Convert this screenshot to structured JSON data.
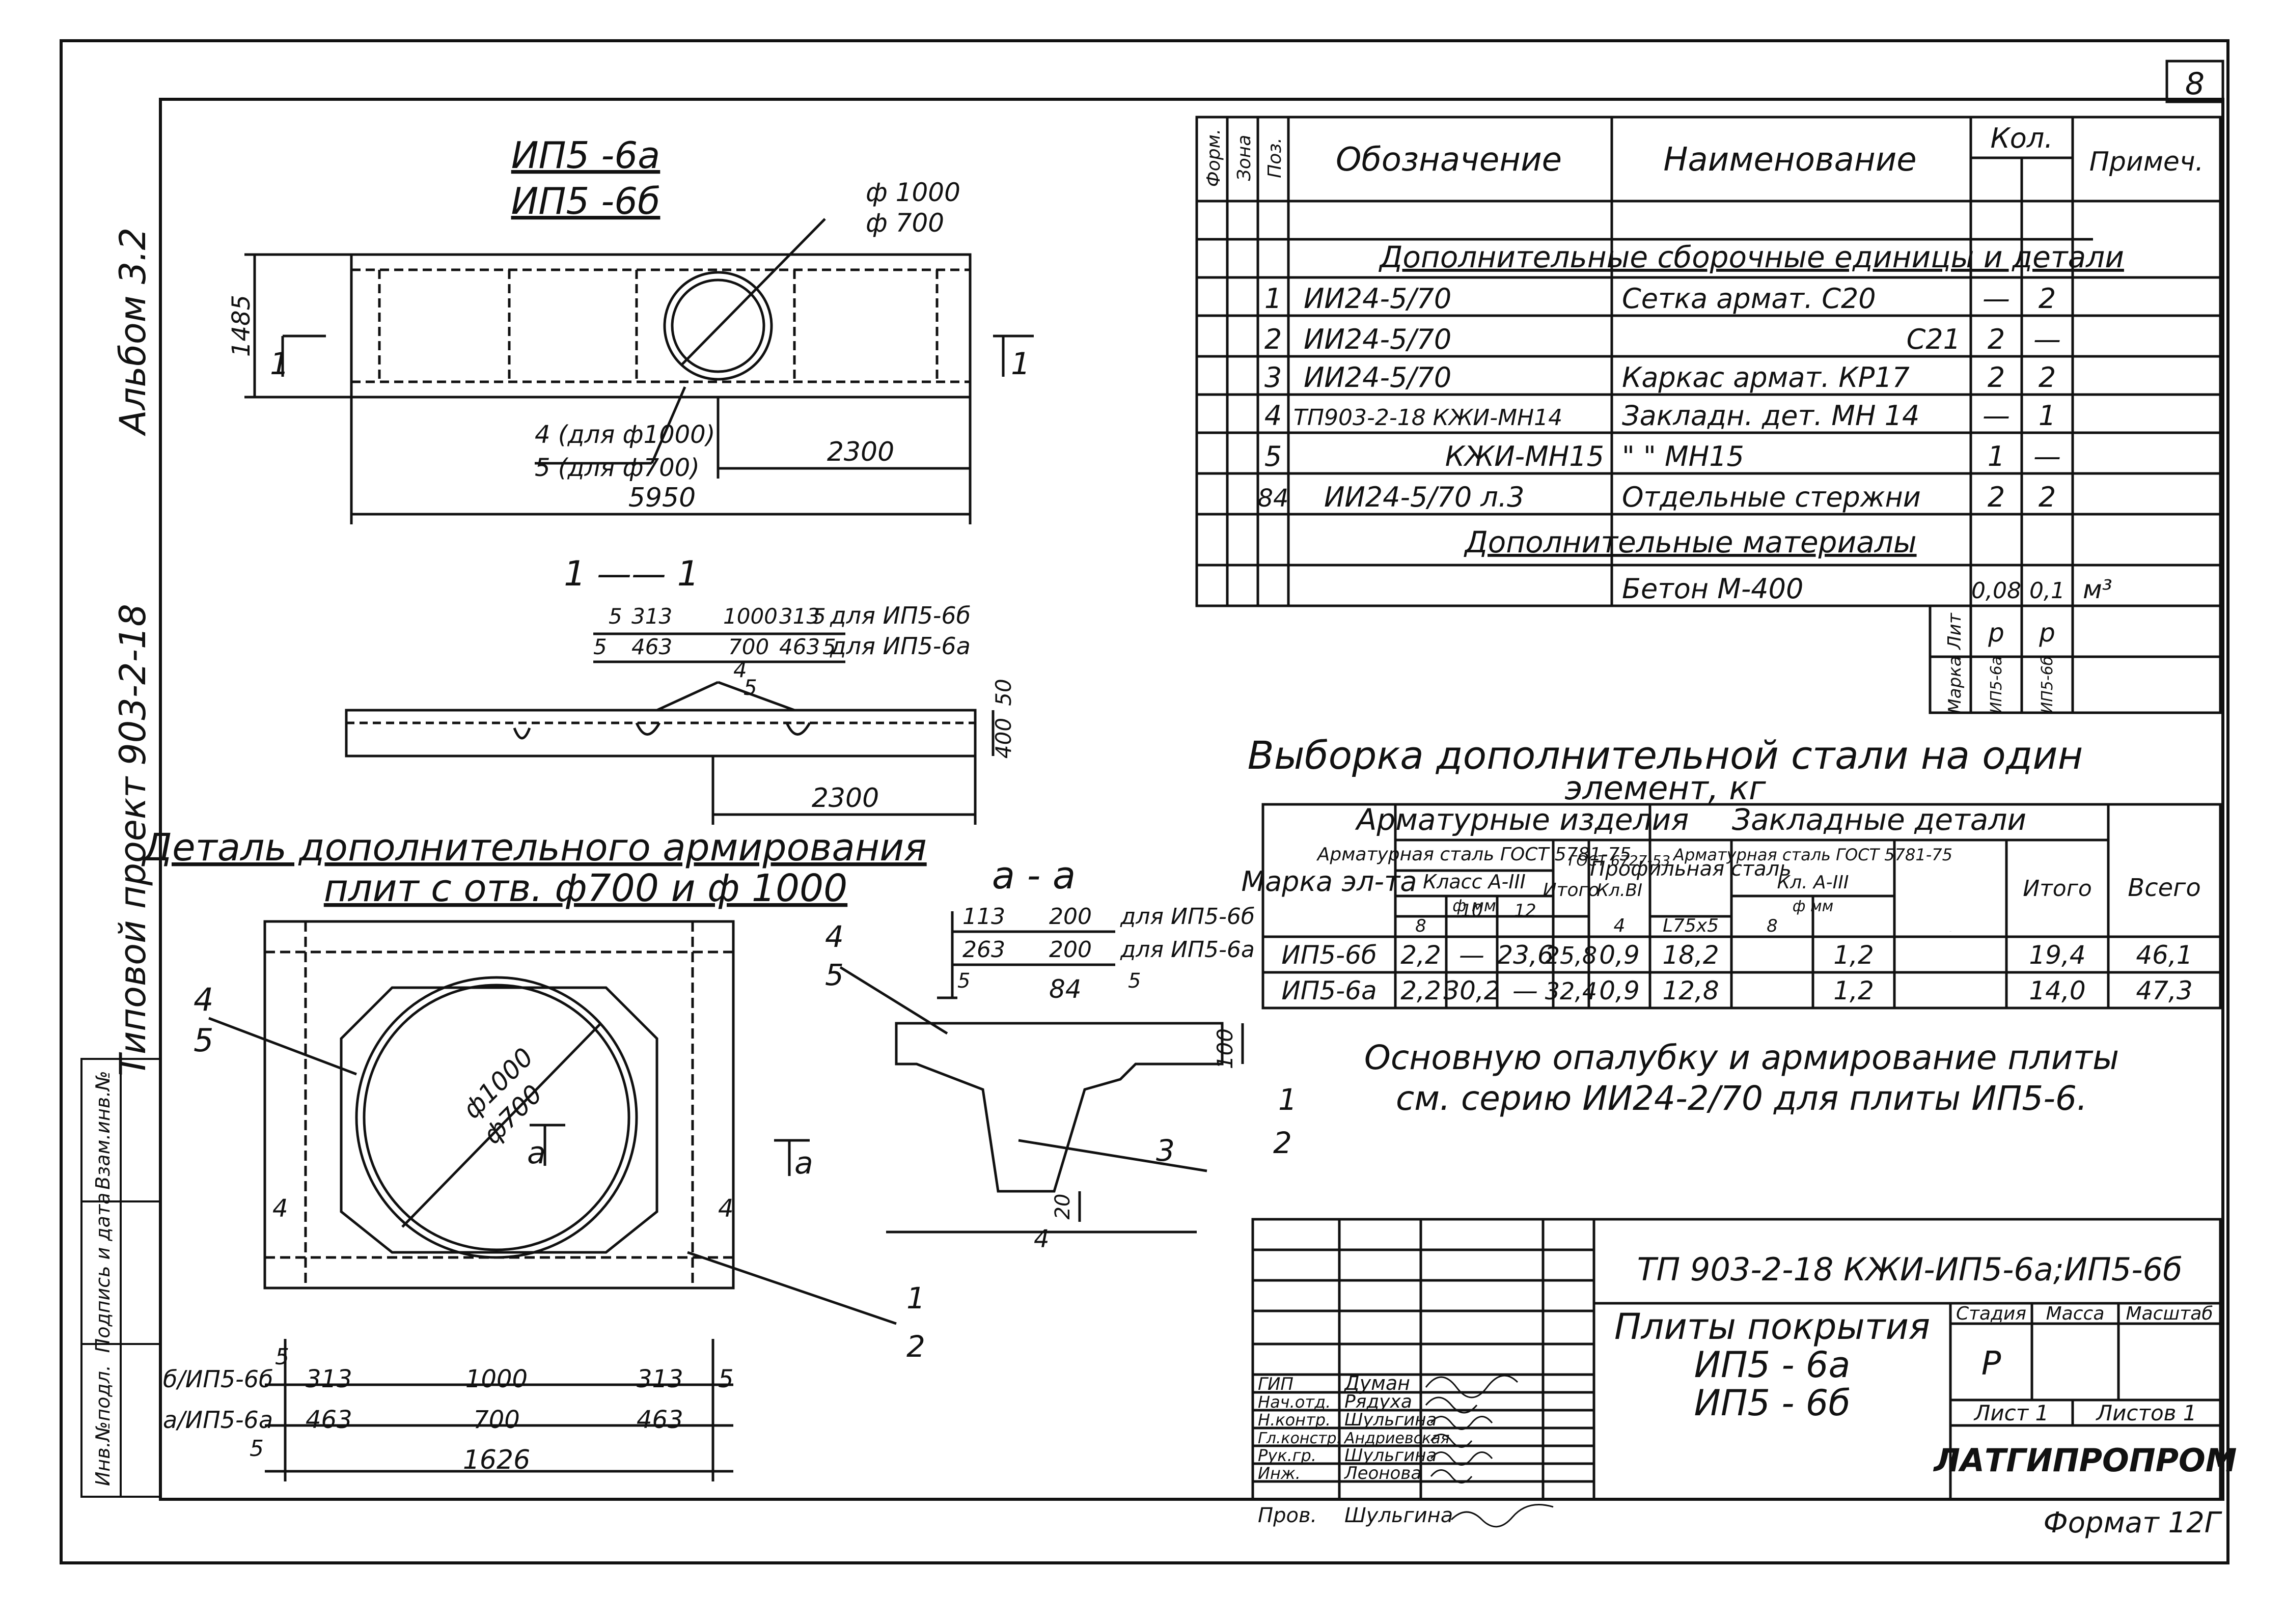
{
  "sheet_number": "8",
  "side_labels": {
    "album": "Альбом 3.2",
    "project": "Типовой проект 903-2-18",
    "stamp_cols": [
      "Инв.№подл.",
      "Подпись и дата",
      "Взам.инв.№"
    ]
  },
  "plan": {
    "title1": "ИП5 -6а",
    "title2": "ИП5 -6б",
    "dia1": "ф 1000",
    "dia2": "ф 700",
    "height_dim": "1485",
    "cut_marker": "1",
    "note1": "4 (для ф1000)",
    "note2": "5 (для ф700)",
    "dim_2300": "2300",
    "dim_5950": "5950"
  },
  "section11": {
    "title": "1 —— 1",
    "row1": [
      "5",
      "313",
      "1000",
      "313",
      "5"
    ],
    "row1_label": "для ИП5-6б",
    "row2": [
      "5",
      "463",
      "700",
      "463",
      "5"
    ],
    "row2_label": "для ИП5-6а",
    "leader_top": "4",
    "leader_bottom": "5",
    "dim_height": "400",
    "dim_50": "50",
    "dim_2300": "2300"
  },
  "detail": {
    "title1": "Деталь дополнительного армирования",
    "title2": "плит с отв. ф700 и ф 1000",
    "leader_4": "4",
    "leader_5": "5",
    "dia1": "ф1000",
    "dia2": "ф700",
    "cut_label": "а",
    "pos_1": "1",
    "pos_2": "2",
    "bar_mark": "4",
    "dim_row1_label": "б/ИП5-6б",
    "dim_row1": [
      "5",
      "313",
      "1000",
      "313",
      "5"
    ],
    "dim_row2_label": "а/ИП5-6а",
    "dim_row2": [
      "463",
      "700",
      "463"
    ],
    "dim_5": "5",
    "dim_total": "1626"
  },
  "section_aa": {
    "title": "а - а",
    "row1": [
      "113",
      "200"
    ],
    "row1_label": "для ИП5-6б",
    "row2": [
      "263",
      "200"
    ],
    "row2_label": "для ИП5-6а",
    "small_5a": "5",
    "small_5b": "5",
    "pos_84": "84",
    "leader_4": "4",
    "leader_5": "5",
    "dim_100": "100",
    "pos_1": "1",
    "pos_2": "2",
    "pos_3": "3",
    "dim_20": "20",
    "bar_mark": "4"
  },
  "spec_table": {
    "headers": [
      "Форм.",
      "Зона",
      "Поз.",
      "Обозначение",
      "Наименование",
      "Кол.",
      "Примеч."
    ],
    "section1": "Дополнительные сборочные единицы и детали",
    "rows": [
      {
        "pos": "1",
        "designation": "ИИ24-5/70",
        "name": "Сетка армат. С20",
        "q1": "—",
        "q2": "2"
      },
      {
        "pos": "2",
        "designation": "ИИ24-5/70",
        "name": "С21",
        "q1": "2",
        "q2": "—"
      },
      {
        "pos": "3",
        "designation": "ИИ24-5/70",
        "name": "Каркас армат. КР17",
        "q1": "2",
        "q2": "2"
      },
      {
        "pos": "4",
        "designation": "ТП903-2-18   КЖИ-МН14",
        "name": "Закладн. дет. МН 14",
        "q1": "—",
        "q2": "1"
      },
      {
        "pos": "5",
        "designation": "КЖИ-МН15",
        "name": "\"        \"     МН15",
        "q1": "1",
        "q2": "—"
      },
      {
        "pos": "84",
        "designation": "ИИ24-5/70  л.3",
        "name": "Отдельные стержни",
        "q1": "2",
        "q2": "2"
      }
    ],
    "section2": "Дополнительные материалы",
    "concrete": {
      "name": "Бетон        М-400",
      "q1": "0,08",
      "q2": "0,1",
      "unit": "м³"
    },
    "sub_rows": [
      {
        "label": "Лит",
        "q1": "р",
        "q2": "р"
      },
      {
        "label": "Марка",
        "q1": "ИП5-6а",
        "q2": "ИП5-6б"
      }
    ]
  },
  "steel_table": {
    "title1": "Выборка дополнительной стали на один",
    "title2": "элемент, кг",
    "h_mark": "Марка эл-та",
    "h_arm": "Арматурные изделия",
    "h_emb": "Закладные детали",
    "h_arm_steel": "Арматурная сталь ГОСТ 5781-75",
    "h_class": "Класс А-III",
    "h_dia": "ф мм",
    "h_gost": "ГОСТ 6727-53",
    "h_kl": "Кл.ВI",
    "h_prof": "Профильная сталь",
    "h_emb_steel": "Арматурная сталь ГОСТ 5781-75",
    "h_emb_class": "Кл. А-III",
    "h_emb_dia": "ф мм",
    "h_total": "Итого",
    "h_grand": "Всего",
    "sub": [
      "8",
      "10",
      "12",
      "Итого",
      "4",
      "L75х5",
      "8",
      "Итого"
    ],
    "rows": [
      {
        "mark": "ИП5-6б",
        "v8": "2,2",
        "v10": "—",
        "v12": "23,6",
        "sum1": "25,8",
        "v4": "0,9",
        "prof": "18,2",
        "e8": "1,2",
        "sum2": "19,4",
        "total": "46,1"
      },
      {
        "mark": "ИП5-6а",
        "v8": "2,2",
        "v10": "30,2",
        "v12": "—",
        "sum1": "32,4",
        "v4": "0,9",
        "prof": "12,8",
        "e8": "1,2",
        "sum2": "14,0",
        "total": "47,3"
      }
    ]
  },
  "note": {
    "line1": "Основную опалубку и армирование плиты",
    "line2": "см. серию ИИ24-2/70 для плиты ИП5-6."
  },
  "title_block": {
    "code": "ТП 903-2-18     КЖИ-ИП5-6а;ИП5-6б",
    "name1": "Плиты покрытия",
    "name2": "ИП5 - 6а",
    "name3": "ИП5 - 6б",
    "h_stage": "Стадия",
    "h_mass": "Масса",
    "h_scale": "Масштаб",
    "stage": "Р",
    "sheet": "Лист 1",
    "sheets": "Листов 1",
    "org": "ЛАТГИПРОПРОМ",
    "format": "Формат 12Г",
    "people": [
      {
        "role": "ГИП",
        "name": "Думан"
      },
      {
        "role": "Нач.отд.",
        "name": "Рядуха"
      },
      {
        "role": "Н.контр.",
        "name": "Шульгина"
      },
      {
        "role": "Гл.констр.",
        "name": "Андриевская"
      },
      {
        "role": "Рук.гр.",
        "name": "Шульгина"
      },
      {
        "role": "Инж.",
        "name": "Леонова"
      },
      {
        "role": "Пров.",
        "name": "Шульгина"
      }
    ]
  },
  "colors": {
    "ink": "#111111",
    "paper": "#ffffff"
  }
}
